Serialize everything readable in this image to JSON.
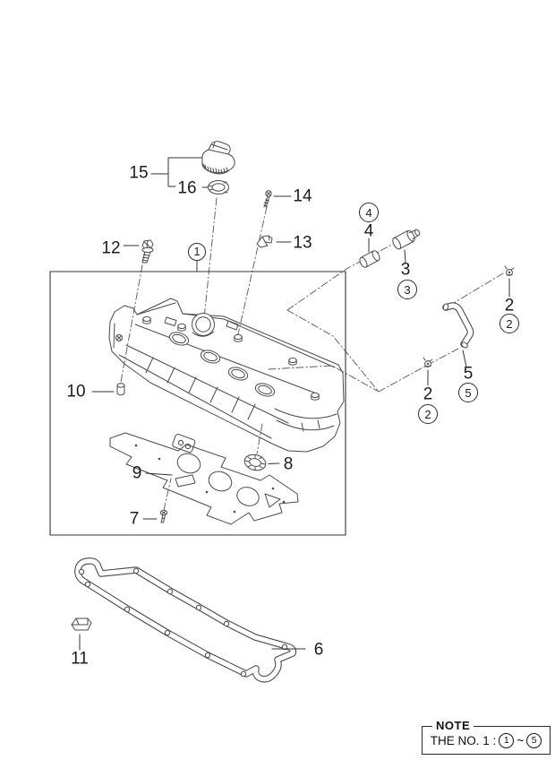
{
  "callouts": {
    "n1": "1",
    "n2a": "2",
    "n2a_circle": "2",
    "n2b": "2",
    "n2b_circle": "2",
    "n3": "3",
    "n3_circle": "3",
    "n4": "4",
    "n4_circle": "4",
    "n5": "5",
    "n5_circle": "5",
    "n6": "6",
    "n7": "7",
    "n8": "8",
    "n9": "9",
    "n10": "10",
    "n11": "11",
    "n12": "12",
    "n13": "13",
    "n14": "14",
    "n15": "15",
    "n16": "16"
  },
  "note": {
    "title": "NOTE",
    "prefix": "THE NO. 1 :",
    "range_from": "1",
    "range_tilde": "~",
    "range_to": "5"
  },
  "colors": {
    "background": "#ffffff",
    "line": "#4a4a4a",
    "leader": "#555555",
    "text": "#1c1c1c"
  }
}
